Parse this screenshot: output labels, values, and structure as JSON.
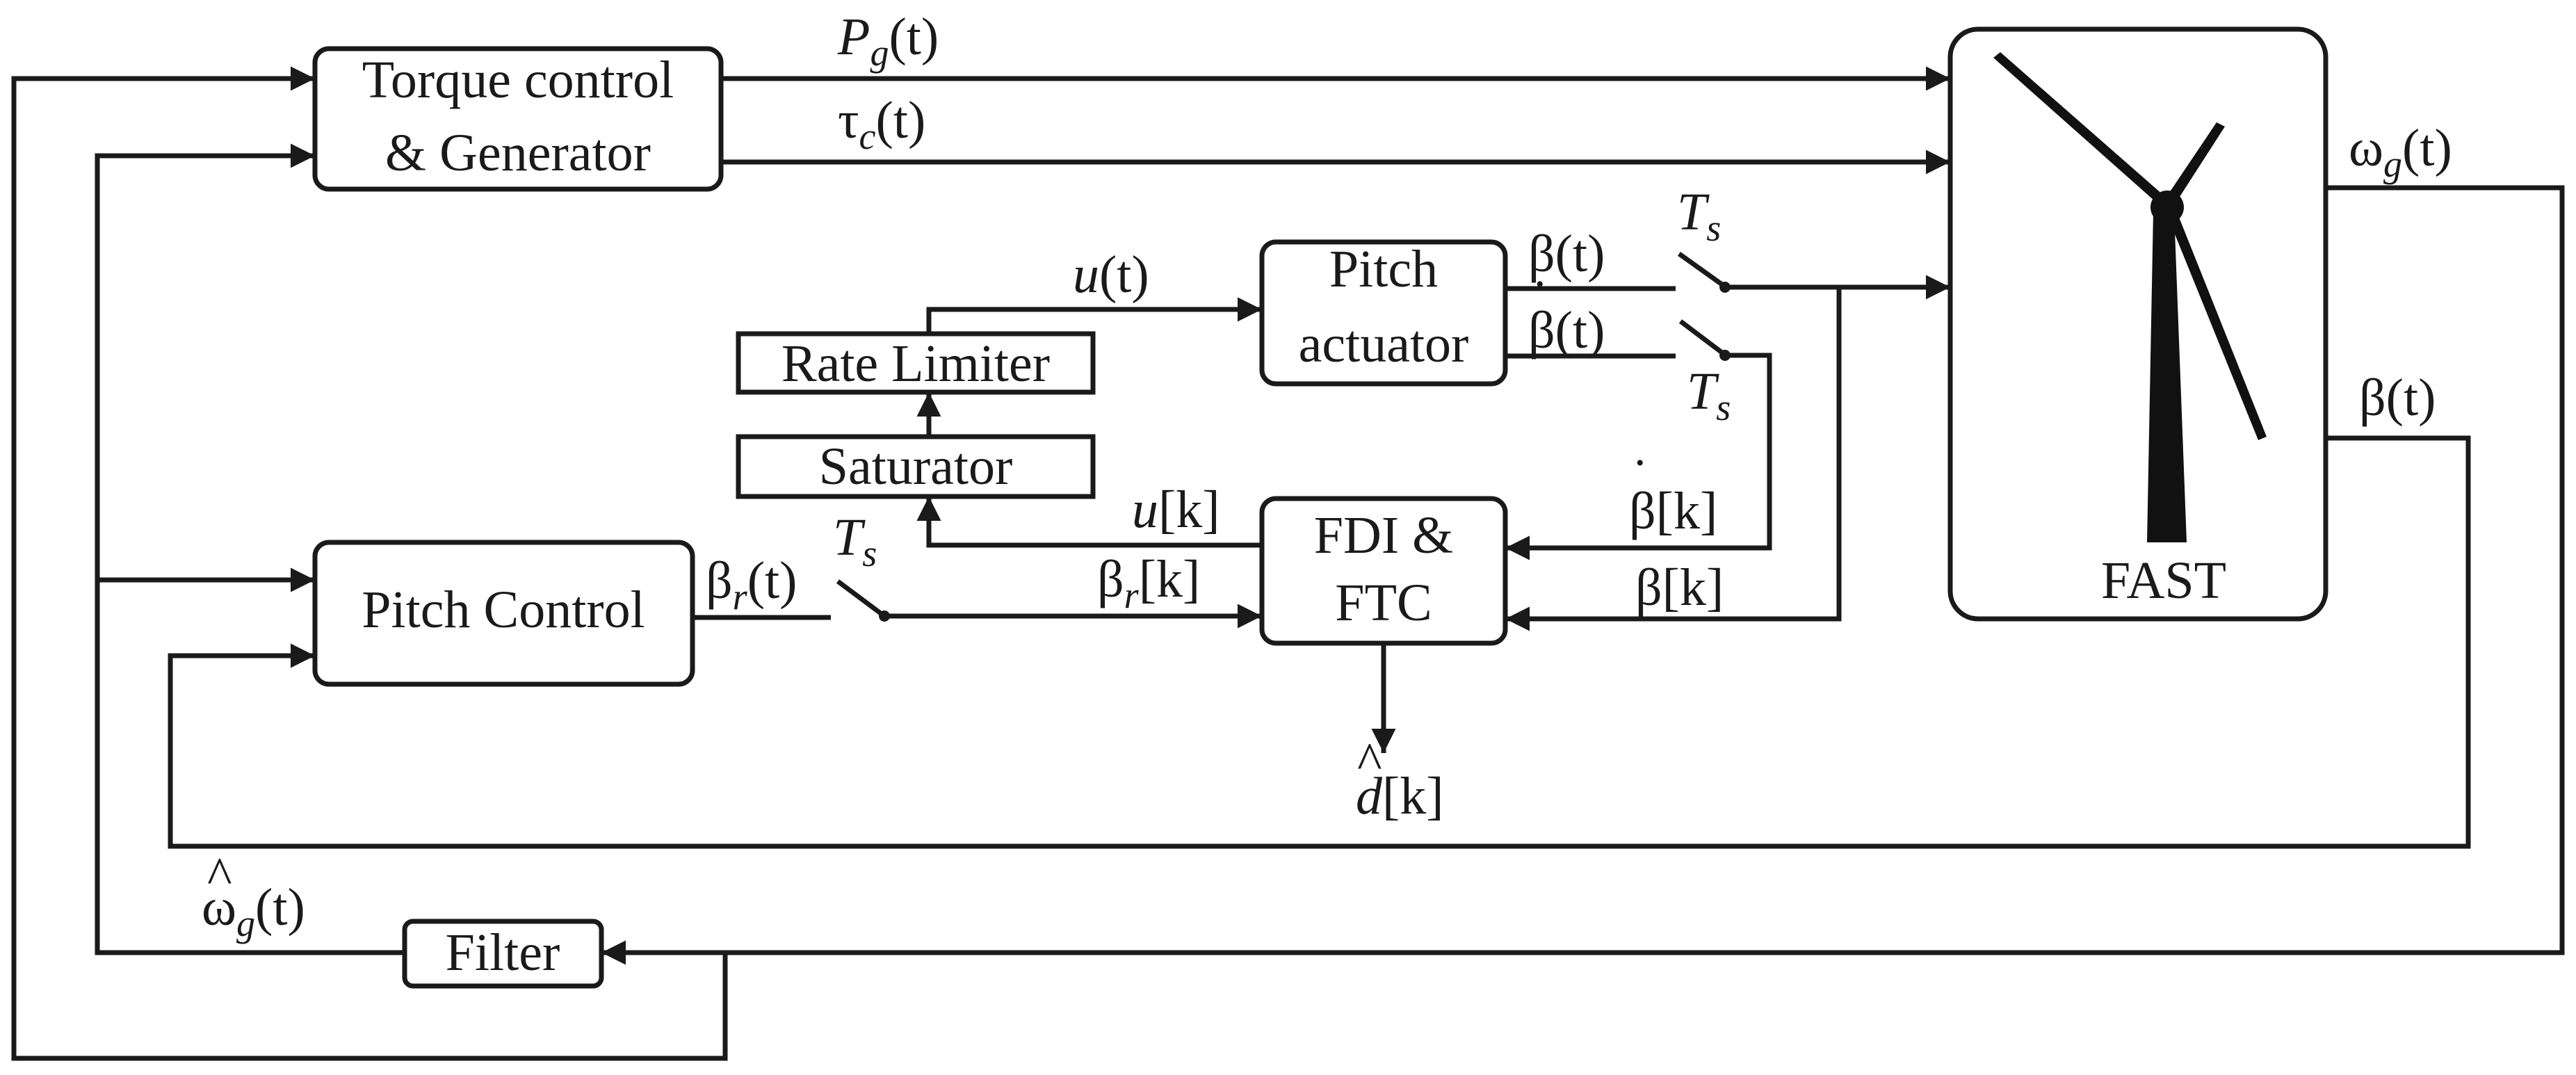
{
  "blocks": {
    "torque_line1": "Torque control",
    "torque_line2": "& Generator",
    "pitch_actuator_line1": "Pitch",
    "pitch_actuator_line2": "actuator",
    "rate_limiter": "Rate Limiter",
    "saturator": "Saturator",
    "pitch_control": "Pitch Control",
    "fdi_line1": "FDI &",
    "fdi_line2": "FTC",
    "fast": "FAST",
    "filter": "Filter"
  },
  "signals": {
    "pg": {
      "base": "P",
      "sub": "g",
      "arg": "(t)"
    },
    "tau_c": {
      "base": "τ",
      "sub": "c",
      "arg": "(t)"
    },
    "omega_g": {
      "base": "ω",
      "sub": "g",
      "arg": "(t)"
    },
    "beta_out": {
      "base": "β",
      "arg": "(t)"
    },
    "u_t": {
      "base": "u",
      "arg": "(t)"
    },
    "beta_t": {
      "base": "β",
      "arg": "(t)"
    },
    "beta_dot_t": {
      "base": "β",
      "dot": "˙",
      "arg": "(t)"
    },
    "ts": {
      "base": "T",
      "sub": "s"
    },
    "u_k": {
      "base": "u",
      "arg": "[k]"
    },
    "beta_dot_k": {
      "base": "β",
      "dot": "˙",
      "arg": "[k]"
    },
    "beta_k": {
      "base": "β",
      "arg": "[k]"
    },
    "beta_r_t": {
      "base": "β",
      "sub": "r",
      "arg": "(t)"
    },
    "beta_r_k": {
      "base": "β",
      "sub": "r",
      "arg": "[k]"
    },
    "d_hat_k": {
      "base": "d",
      "hat": "^",
      "arg": "[k]"
    },
    "omega_hat_g": {
      "base": "ω",
      "hat": "^",
      "sub": "g",
      "arg": "(t)"
    }
  },
  "colors": {
    "ink": "#1a1a1a",
    "background": "#ffffff"
  }
}
